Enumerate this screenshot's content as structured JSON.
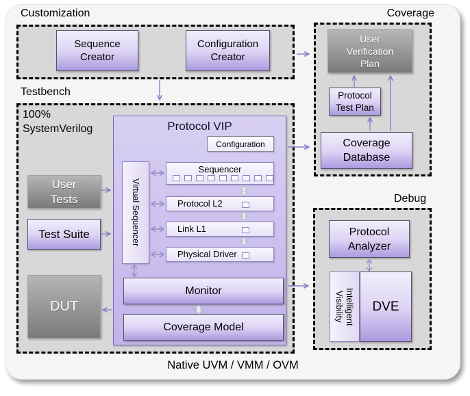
{
  "diagram": {
    "footer": "Native UVM / VMM / OVM",
    "customization": {
      "title": "Customization",
      "sequence_creator": "Sequence\nCreator",
      "configuration_creator": "Configuration\nCreator"
    },
    "testbench": {
      "title": "Testbench",
      "language_note": "100%\nSystemVerilog",
      "user_tests": "User\nTests",
      "test_suite": "Test Suite",
      "dut": "DUT"
    },
    "vip": {
      "title": "Protocol VIP",
      "configuration": "Configuration",
      "virtual_sequencer": "Virtual Sequencer",
      "sequencer": "Sequencer",
      "sequencer_item_count": 9,
      "protocol_l2": "Protocol L2",
      "link_l1": "Link L1",
      "physical_driver": "Physical Driver",
      "monitor": "Monitor",
      "coverage_model": "Coverage Model"
    },
    "coverage": {
      "title": "Coverage",
      "user_verification_plan": "User\nVerification\nPlan",
      "protocol_test_plan": "Protocol\nTest Plan",
      "coverage_database": "Coverage\nDatabase"
    },
    "debug": {
      "title": "Debug",
      "protocol_analyzer": "Protocol\nAnalyzer",
      "intelligent_visibility": "Intelligent\nVisibility",
      "dve": "DVE"
    },
    "colors": {
      "accent_purple": "#8b7fc6",
      "box_purple_top": "#f1eefb",
      "box_purple_bottom": "#ab9ade",
      "gray_box_top": "#b6b6b6",
      "gray_box_bottom": "#7a7a7a",
      "section_fill": "#d8d8d8"
    }
  }
}
